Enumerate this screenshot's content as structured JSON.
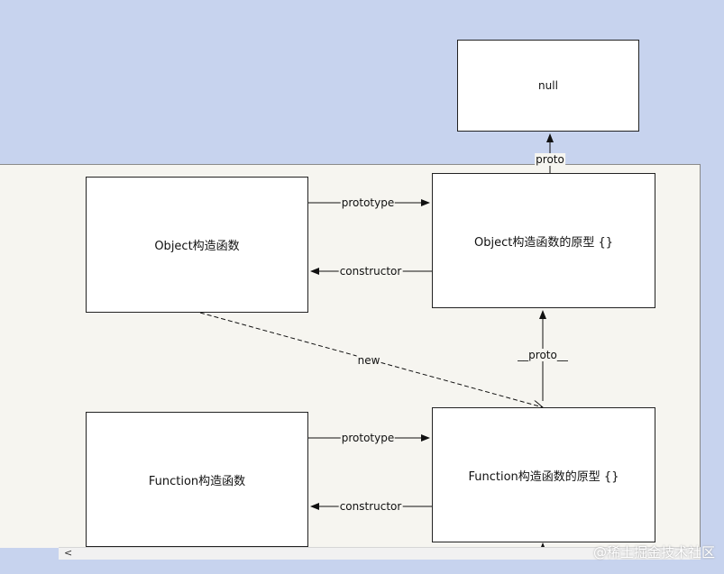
{
  "nodes": {
    "null_box": "null",
    "object_ctor": "Object构造函数",
    "object_proto": "Object构造函数的原型 {}",
    "function_ctor": "Function构造函数",
    "function_proto": "Function构造函数的原型 {}"
  },
  "edges": {
    "proto_to_null": "proto",
    "object_prototype": "prototype",
    "object_constructor": "constructor",
    "new_link": "new",
    "function_proto_to_object_proto": "__proto__",
    "function_prototype": "prototype",
    "function_constructor": "constructor"
  },
  "watermark": "@稀土掘金技术社区",
  "scrollbar": {
    "left_arrow": "<"
  }
}
